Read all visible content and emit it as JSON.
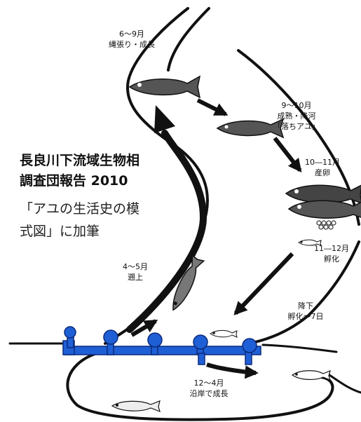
{
  "caption": {
    "line1": "長良川下流域生物相",
    "line2": "調査団報告 2010",
    "line3": "「アユの生活史の模",
    "line4": "式図」に加筆"
  },
  "stages": [
    {
      "period": "6〜9月",
      "desc": "縄張り・成長"
    },
    {
      "period": "9〜10月",
      "desc": "成熟・降河",
      "note": "「落ちアユ」"
    },
    {
      "period": "10―11月",
      "desc": "産卵"
    },
    {
      "period": "11―12月",
      "desc": "孵化"
    },
    {
      "period": "降下",
      "desc": "孵化〜7日"
    },
    {
      "period": "12〜4月",
      "desc": "沿岸で成長"
    },
    {
      "period": "4〜5月",
      "desc": "遡上"
    }
  ],
  "colors": {
    "ink": "#111111",
    "fish": "#555555",
    "weir_blue": "#1f5fd6",
    "weir_dark": "#0a2a7a"
  }
}
